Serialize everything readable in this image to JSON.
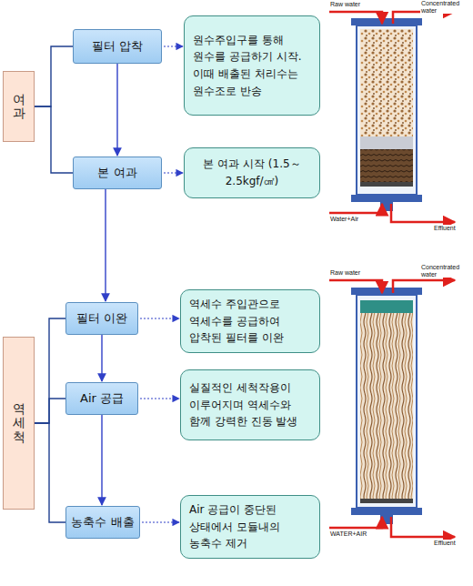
{
  "diagram": {
    "nodes": [
      {
        "text": [
          "여과"
        ]
      },
      {
        "text": [
          "필터 압착"
        ]
      },
      {
        "text": [
          "원수주입구를 통해 원수를 공급하기 시작. 이때 배출된 처리수는 원수조로 반송"
        ]
      },
      {
        "text": [
          "본 여과"
        ]
      },
      {
        "text": [
          "본 여과 시작 (1.5～ 2.5kgf/㎠)"
        ]
      },
      {
        "text": [
          "역세척"
        ]
      },
      {
        "text": [
          "필터 이완"
        ]
      },
      {
        "text": [
          "역세수 주입관으로 역세수를 공급하여 압착된 필터를 이완"
        ]
      },
      {
        "text": [
          "Air 공급"
        ]
      },
      {
        "text": [
          "실질적인 세척작용이 이루어지며 역세수와 함께 강력한 진동 발생"
        ]
      },
      {
        "text": [
          "농축수 배출"
        ]
      },
      {
        "text": [
          "Air 공급이 중단된 상태에서 모듈내의 농축수 제거"
        ]
      }
    ],
    "edges": [
      {
        "from": 0,
        "to": 1,
        "arrow": "none"
      },
      {
        "from": 0,
        "to": 3,
        "arrow": "none"
      },
      {
        "from": 1,
        "to": 2,
        "arrow": "to"
      },
      {
        "from": 1,
        "to": 3,
        "arrow": "to"
      },
      {
        "from": 3,
        "to": 4,
        "arrow": "to"
      },
      {
        "from": 3,
        "to": 6,
        "arrow": "to"
      },
      {
        "from": 5,
        "to": 6,
        "arrow": "none"
      },
      {
        "from": 5,
        "to": 8,
        "arrow": "none"
      },
      {
        "from": 5,
        "to": 10,
        "arrow": "none"
      },
      {
        "from": 6,
        "to": 7,
        "arrow": "to"
      },
      {
        "from": 6,
        "to": 8,
        "arrow": "to"
      },
      {
        "from": 8,
        "to": 9,
        "arrow": "to"
      },
      {
        "from": 8,
        "to": 10,
        "arrow": "to"
      },
      {
        "from": 10,
        "to": 11,
        "arrow": "to"
      }
    ],
    "labels": [
      "Raw water",
      "Concentrated water",
      "Water+Air",
      "Effluent",
      "Raw water",
      "Concentrated water",
      "WATER+AIR",
      "Effluent"
    ]
  }
}
